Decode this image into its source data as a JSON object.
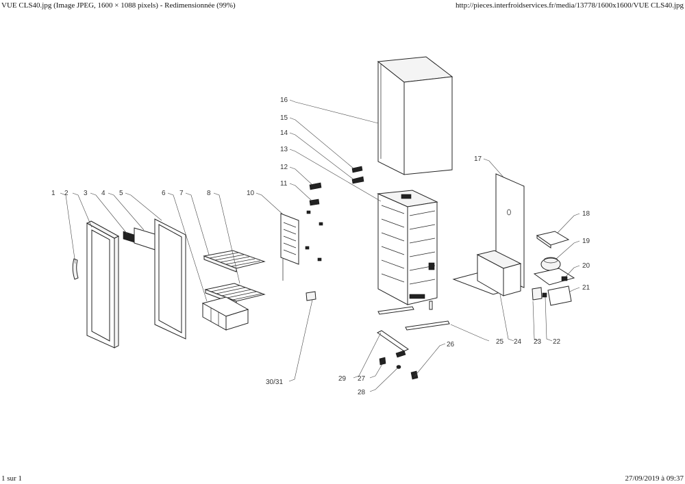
{
  "header": {
    "left": "VUE CLS40.jpg (Image JPEG, 1600 × 1088 pixels) - Redimensionnée (99%)",
    "right": "http://pieces.interfroidservices.fr/media/13778/1600x1600/VUE CLS40.jpg"
  },
  "footer": {
    "left": "1 sur 1",
    "right": "27/09/2019 à 09:37"
  },
  "labels": {
    "l1": "1",
    "l2": "2",
    "l3": "3",
    "l4": "4",
    "l5": "5",
    "l6": "6",
    "l7": "7",
    "l8": "8",
    "l10": "10",
    "l11": "11",
    "l12": "12",
    "l13": "13",
    "l14": "14",
    "l15": "15",
    "l16": "16",
    "l17": "17",
    "l18": "18",
    "l19": "19",
    "l20": "20",
    "l21": "21",
    "l22": "22",
    "l23": "23",
    "l24": "24",
    "l25": "25",
    "l26": "26",
    "l27": "27",
    "l28": "28",
    "l29": "29",
    "l3031": "30/31"
  }
}
